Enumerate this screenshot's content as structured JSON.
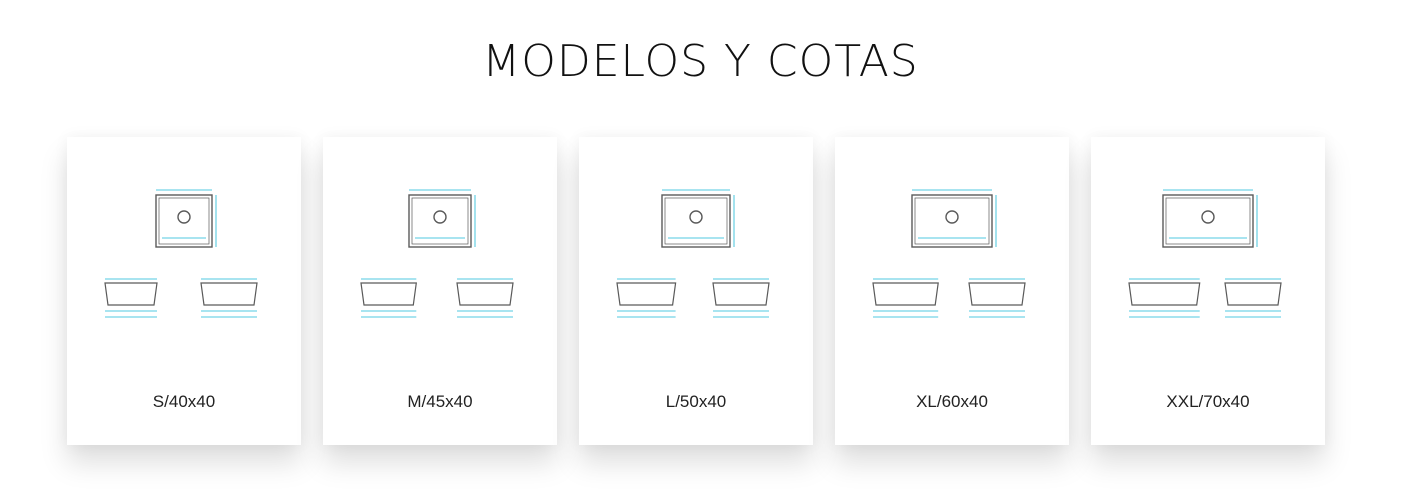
{
  "header": {
    "title": "MODELOS Y COTAS"
  },
  "models": [
    {
      "label": "S/40x40"
    },
    {
      "label": "M/45x40"
    },
    {
      "label": "L/50x40"
    },
    {
      "label": "XL/60x40"
    },
    {
      "label": "XXL/70x40"
    }
  ],
  "colors": {
    "drawing_line": "#5a5a5a",
    "dimension_line": "#19b6d6",
    "label_text": "#222222"
  }
}
